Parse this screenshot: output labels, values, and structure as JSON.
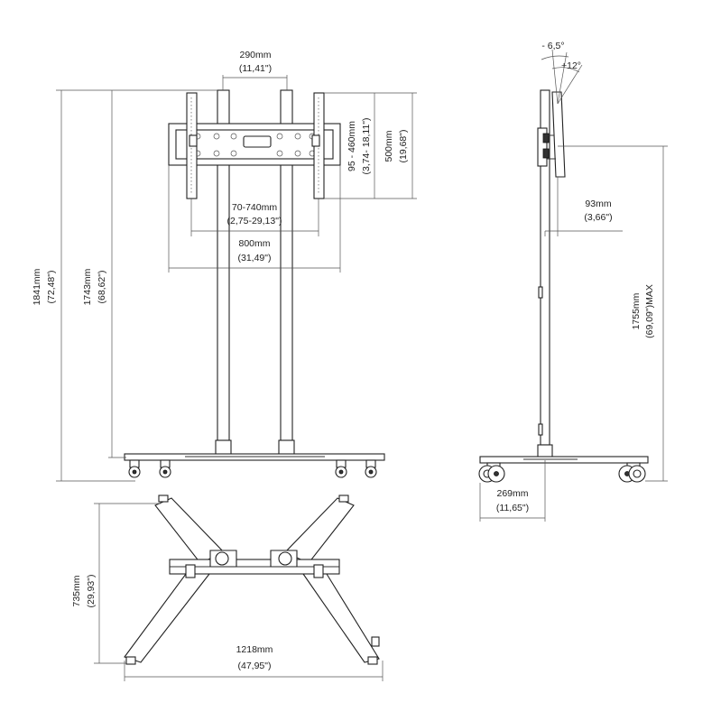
{
  "front_view": {
    "screen_width": {
      "mm": "290mm",
      "inch": "(11,41\")"
    },
    "overall_height": {
      "mm": "1841mm",
      "inch": "(72,48\")"
    },
    "column_height": {
      "mm": "1743mm",
      "inch": "(68,62\")"
    },
    "vesa_vertical": {
      "mm": "95 - 460mm",
      "inch": "(3,74- 18,11\")"
    },
    "bracket_height": {
      "mm": "500mm",
      "inch": "(19,68\")"
    },
    "vesa_horizontal": {
      "mm": "70-740mm",
      "inch": "(2,75-29,13\")"
    },
    "bracket_width": {
      "mm": "800mm",
      "inch": "(31,49\")"
    }
  },
  "side_view": {
    "tilt_back": "- 6,5°",
    "tilt_forward": "+12°",
    "depth_offset": {
      "mm": "93mm",
      "inch": "(3,66\")"
    },
    "max_height": {
      "mm": "1755mm",
      "inch": "(69,09\")MAX"
    },
    "base_depth": {
      "mm": "269mm",
      "inch": "(11,65\")"
    }
  },
  "top_view": {
    "base_depth": {
      "mm": "735mm",
      "inch": "(29,93\")"
    },
    "base_width": {
      "mm": "1218mm",
      "inch": "(47,95\")"
    }
  }
}
